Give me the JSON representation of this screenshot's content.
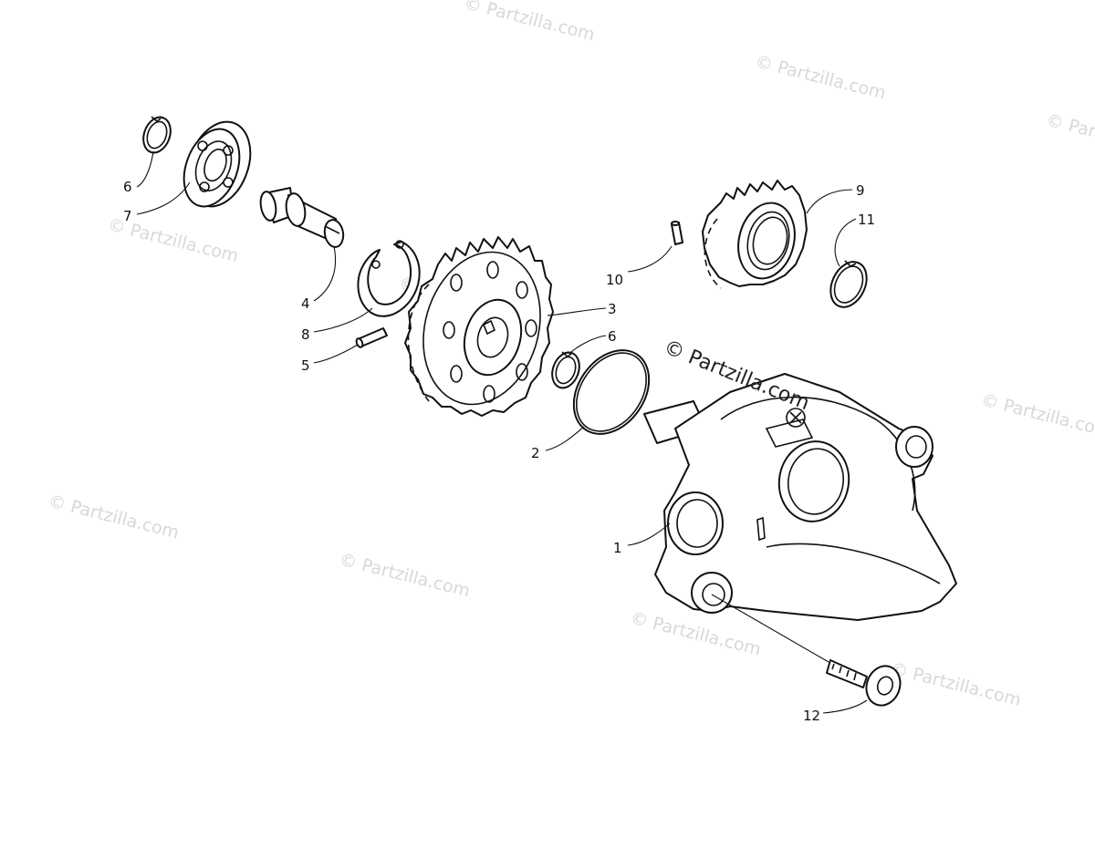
{
  "watermark": {
    "text": "© Partzilla.com",
    "main_text": "© Partzilla.com"
  },
  "callouts": {
    "c1": "1",
    "c2": "2",
    "c3": "3",
    "c4": "4",
    "c5": "5",
    "c6a": "6",
    "c6b": "6",
    "c7": "7",
    "c8": "8",
    "c9": "9",
    "c10": "10",
    "c11": "11",
    "c12": "12"
  }
}
